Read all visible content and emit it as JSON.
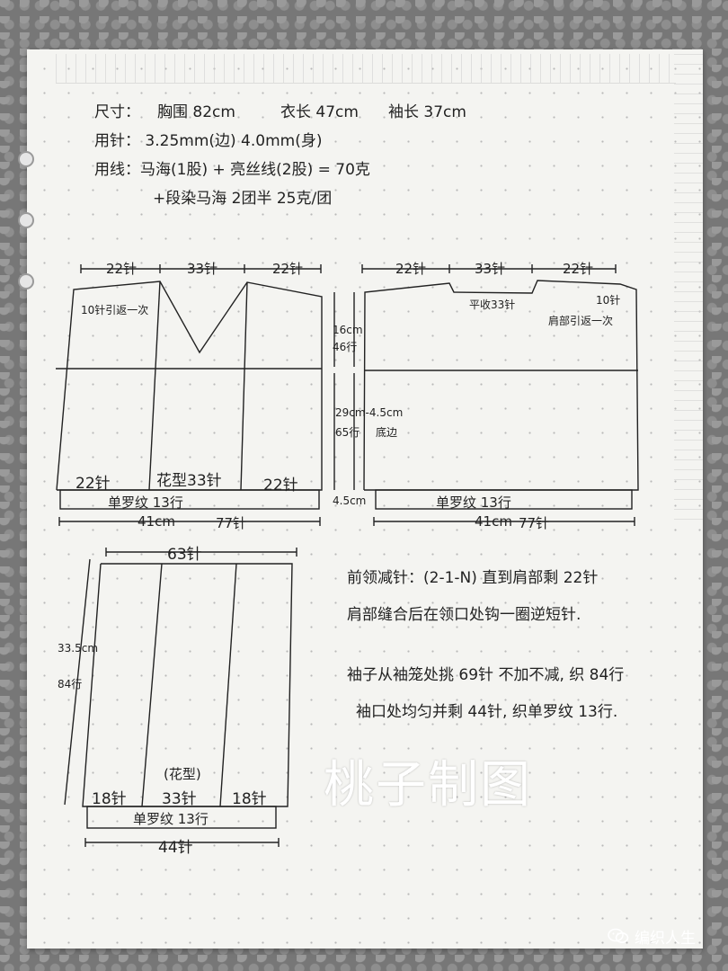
{
  "header": {
    "size_label": "尺寸：",
    "chest": "胸围 82cm",
    "length": "衣长 47cm",
    "sleeve": "袖长 37cm",
    "needle": "用针： 3.25mm(边)  4.0mm(身)",
    "yarn1": "用线：马海(1股) + 亮丝线(2股) = 70克",
    "yarn2": "+段染马海 2团半 25克/团"
  },
  "front": {
    "top_left": "22针",
    "top_mid": "33针",
    "top_right": "22针",
    "note": "10针引返一次",
    "bottom_left": "22针",
    "bottom_mid": "花型33针",
    "bottom_right": "22针",
    "rib": "单罗纹 13行",
    "width_cm": "41cm",
    "width_st": "77针"
  },
  "middle": {
    "armhole_cm": "16cm",
    "armhole_rows": "46行",
    "body_cm": "29cm-4.5cm",
    "body_rows": "65行",
    "hem": "底边",
    "rib_cm": "4.5cm"
  },
  "back": {
    "top_left": "22针",
    "top_mid": "33针",
    "top_right": "22针",
    "neck": "平收33针",
    "sr_st": "10针",
    "shoulder": "肩部引返一次",
    "rib": "单罗纹 13行",
    "width_cm": "41cm",
    "width_st": "77针"
  },
  "sleeve": {
    "top": "63针",
    "height_cm": "33.5cm",
    "height_rows": "84行",
    "pattern": "(花型)",
    "bottom_left": "18针",
    "bottom_mid": "33针",
    "bottom_right": "18针",
    "rib": "单罗纹 13行",
    "cuff": "44针"
  },
  "notes": {
    "line1": "前领减针：(2-1-N) 直到肩部剩 22针",
    "line2": "肩部缝合后在领口处钩一圈逆短针.",
    "line3": "袖子从袖笼处挑 69针 不加不减, 织 84行",
    "line4": "袖口处均匀并剩 44针, 织单罗纹 13行."
  },
  "watermark": "桃子制图",
  "badge": "编织人生",
  "colors": {
    "ink": "#222222",
    "paper": "#f4f4f1"
  }
}
